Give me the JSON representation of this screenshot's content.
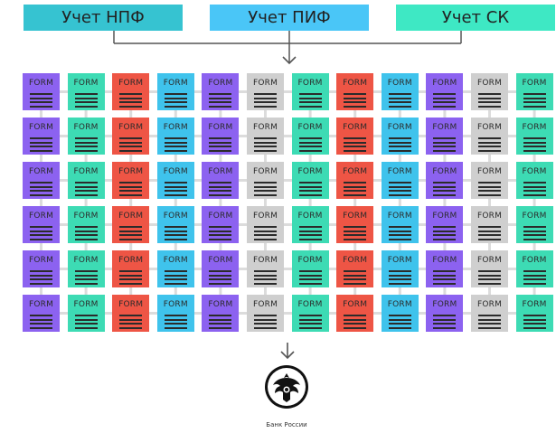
{
  "sources": [
    {
      "label": "Учет НПФ",
      "color": "#36c3d1"
    },
    {
      "label": "Учет ПИФ",
      "color": "#4ac6f7"
    },
    {
      "label": "Учет СК",
      "color": "#3ee8c4"
    }
  ],
  "grid": {
    "rows": 6,
    "tile_label": "FORM",
    "line_color": "#dcdcdc",
    "column_colors": [
      "#8c62f0",
      "#3ddbb4",
      "#ee5545",
      "#3fc3ec",
      "#8c62f0",
      "#cfcfcf",
      "#3ddbb4",
      "#ee5545",
      "#3fc3ec",
      "#8c62f0",
      "#cfcfcf",
      "#3ddbb4"
    ]
  },
  "destination": {
    "name": "Банк России",
    "icon": "double-headed-eagle-icon"
  },
  "arrows_color": "#555555"
}
